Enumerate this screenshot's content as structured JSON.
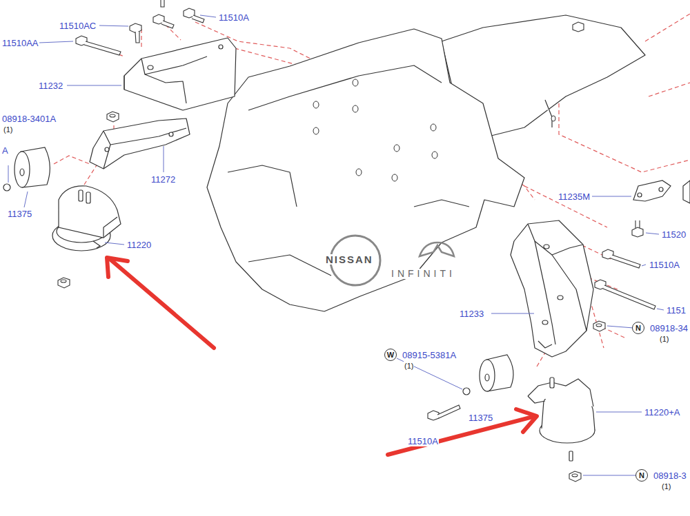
{
  "diagram": {
    "nodes": [
      {
        "text": [
          "N"
        ]
      },
      {
        "text": [
          "W"
        ]
      },
      {
        "text": [
          "N"
        ]
      }
    ],
    "labels": [
      "11510A",
      "11510AC",
      "11510AA",
      "11232",
      "08918-3401A",
      "(1)",
      "A",
      "11272",
      "11375",
      "11220",
      "11235M",
      "11520",
      "NISSAN",
      "INFINITI",
      "11510A",
      "1151",
      "11233",
      "08918-34",
      "(1)",
      "08915-5381A",
      "(1)",
      "11220+A",
      "11375",
      "11510A",
      "08918-3",
      "(1)"
    ]
  }
}
